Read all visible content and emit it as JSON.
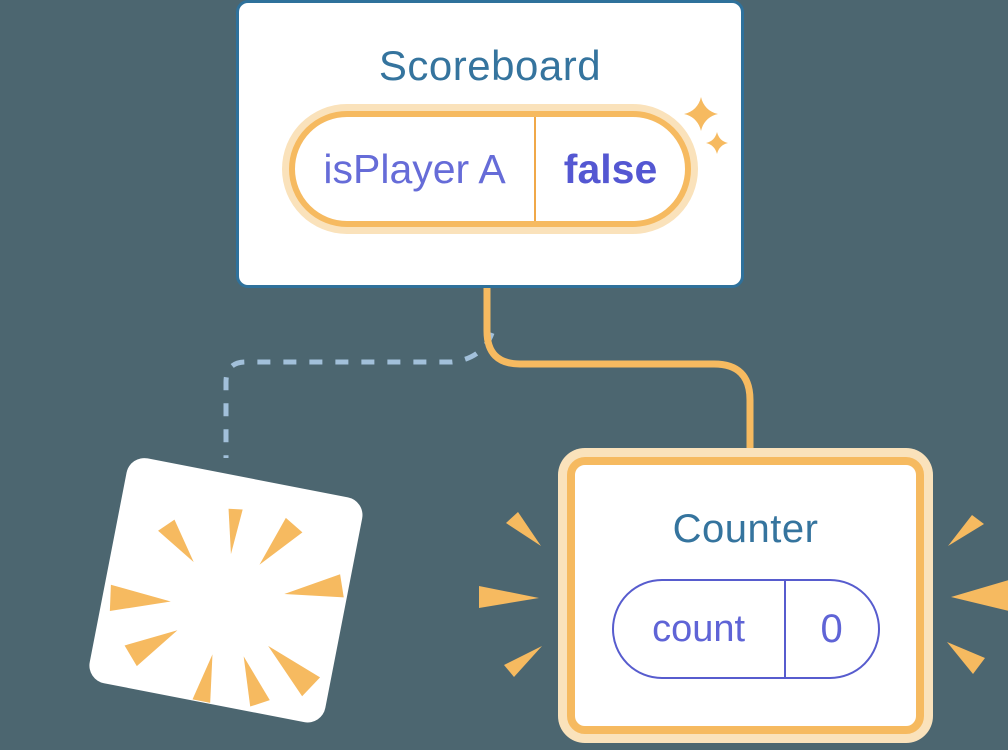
{
  "background_color": "#4C6670",
  "colors": {
    "card_background": "#FFFFFF",
    "card_border_blue": "#2F719B",
    "title_blue": "#35749E",
    "accent_orange": "#F6BA60",
    "orange_halo": "#FAE2BB",
    "state_indigo": "#5F64D6",
    "state_indigo_bold": "#5457D2",
    "dashed_line_blue": "#A2C0DA"
  },
  "scoreboard_card": {
    "title": "Scoreboard",
    "state_pill": {
      "key": "isPlayer A",
      "value": "false"
    }
  },
  "counter_card": {
    "title": "Counter",
    "state_pill": {
      "key": "count",
      "value": "0"
    }
  },
  "icons": {
    "sparkles": "sparkles-icon",
    "poof_burst": "poof-burst-icon",
    "emphasis_left": "emphasis-burst-left-icon",
    "emphasis_right": "emphasis-burst-right-icon"
  },
  "connectors": {
    "counter_branch_style": "solid-orange",
    "removed_branch_style": "dashed-blue"
  }
}
